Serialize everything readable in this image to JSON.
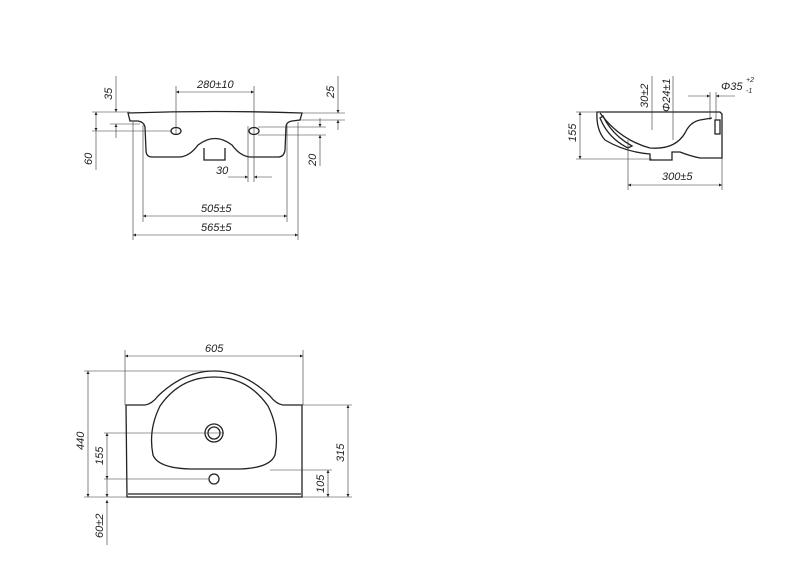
{
  "front_view": {
    "dim_hole_spacing": "280±10",
    "dim_rim_height": "35",
    "dim_overall_height": "60",
    "dim_right_rim": "25",
    "dim_hole_offset": "20",
    "dim_hole_diameter": "30",
    "dim_inner_width": "505±5",
    "dim_outer_width": "565±5"
  },
  "side_view": {
    "dim_depth": "155",
    "dim_hole_depth": "30±2",
    "dim_drain_diameter": "Φ24±1",
    "dim_overflow_diameter": "Φ35",
    "dim_overflow_tol_upper": "+2",
    "dim_overflow_tol_lower": "-1",
    "dim_length": "300±5"
  },
  "top_view": {
    "dim_width": "605",
    "dim_total_depth": "440",
    "dim_drain_to_overflow": "155",
    "dim_edge": "60±2",
    "dim_side_depth": "315",
    "dim_overflow_offset": "105"
  }
}
